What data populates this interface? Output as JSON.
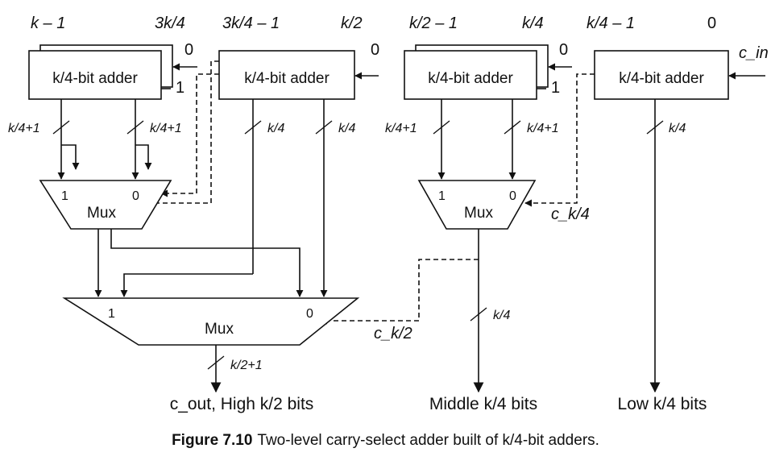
{
  "bit_labels": {
    "a0_high": "k – 1",
    "a0_low": "3k/4",
    "a1_high": "3k/4 – 1",
    "a1_low": "k/2",
    "a2_high": "k/2 – 1",
    "a2_low": "k/4",
    "a3_high": "k/4 – 1",
    "a3_low": "0"
  },
  "adders": {
    "a0": "k/4-bit adder",
    "a1": "k/4-bit adder",
    "a2": "k/4-bit adder",
    "a3": "k/4-bit adder"
  },
  "carry_in_values": {
    "zero": "0",
    "one": "1"
  },
  "carry_in": "c_in",
  "bus_widths": {
    "a0_left": "k/4+1",
    "a0_right": "k/4+1",
    "a1_left": "k/4",
    "a1_right": "k/4",
    "a2_left": "k/4+1",
    "a2_right": "k/4+1",
    "a3": "k/4",
    "middle_out": "k/4",
    "high_out": "k/2+1"
  },
  "muxes": {
    "left": {
      "label": "Mux",
      "in1": "1",
      "in0": "0"
    },
    "right": {
      "label": "Mux",
      "in1": "1",
      "in0": "0"
    },
    "bottom": {
      "label": "Mux",
      "in1": "1",
      "in0": "0"
    }
  },
  "carries": {
    "ck4": "c_k/4",
    "ck2": "c_k/2"
  },
  "outputs": {
    "high": "c_out, High k/2 bits",
    "middle": "Middle k/4 bits",
    "low": "Low k/4 bits"
  },
  "caption": {
    "number": "Figure 7.10",
    "text": "Two-level carry-select adder built of k/4-bit adders."
  }
}
